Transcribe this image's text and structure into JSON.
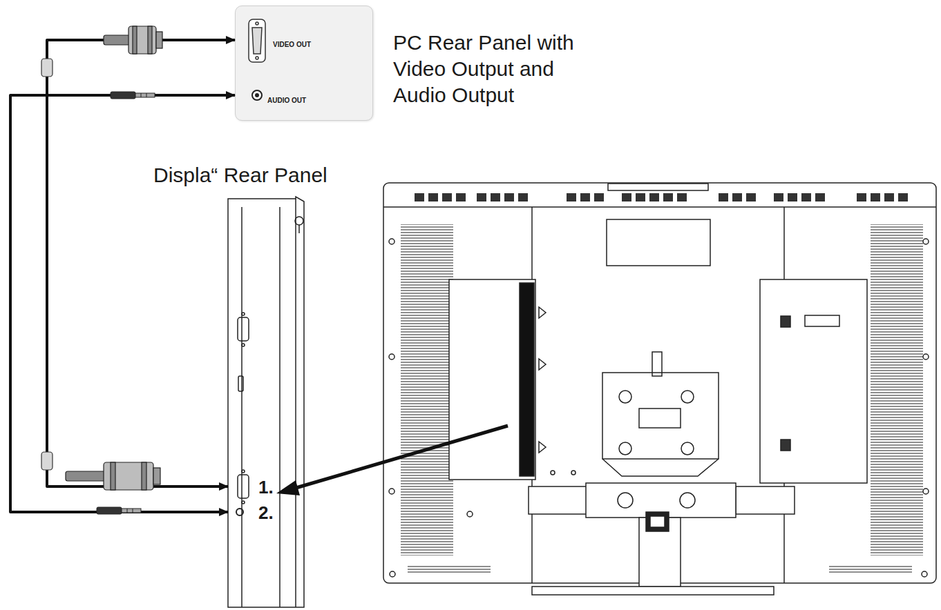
{
  "diagram": {
    "nodes": [
      {
        "text": [
          "PC Rear Panel with Video Output and Audio Output",
          "VIDEO OUT",
          "AUDIO OUT"
        ]
      },
      {
        "text": [
          "Displa“ Rear Panel"
        ]
      }
    ],
    "edges": [
      {
        "from": 0,
        "to": 1,
        "arrow": "both"
      },
      {
        "from": 0,
        "to": 1,
        "arrow": "both"
      }
    ],
    "labels": [
      "1.",
      "2."
    ]
  }
}
